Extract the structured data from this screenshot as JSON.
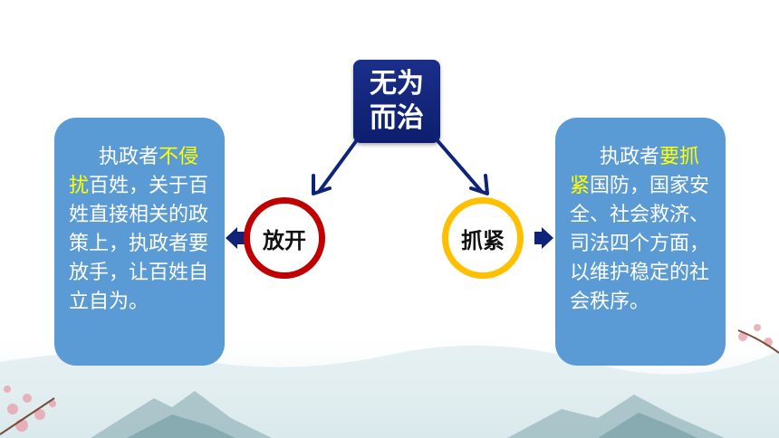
{
  "top": {
    "label": "无为而治"
  },
  "left_circle": {
    "label": "放开"
  },
  "right_circle": {
    "label": "抓紧"
  },
  "left_panel": {
    "pre": "执政者",
    "highlight": "不侵扰",
    "post": "百姓，关于百姓直接相关的政策上，执政者要放手，让百姓自立自为。"
  },
  "right_panel": {
    "pre": "执政者",
    "highlight": "要抓紧",
    "post": "国防，国家安全、社会救济、司法四个方面，以维护稳定的社会秩序。"
  },
  "colors": {
    "panel": "#5b9bd5",
    "top_box": "#0d1e6e",
    "arrow": "#0f2478",
    "highlight": "#ffff00",
    "red_ring": "#c00000",
    "yellow_ring": "#ffc000"
  }
}
